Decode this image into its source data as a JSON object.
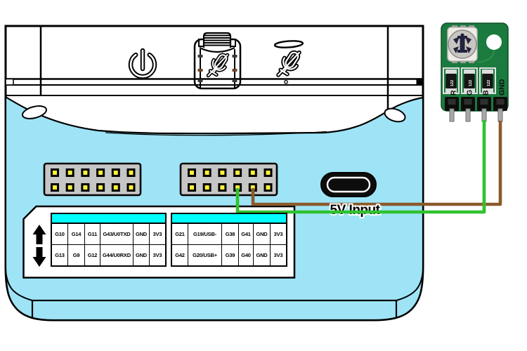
{
  "diagram": {
    "usb_port_label": "5V Input"
  },
  "pinout": {
    "left": {
      "rows": [
        [
          "G10",
          "G14",
          "G11",
          "G43/U0TXD",
          "GND",
          "3V3"
        ],
        [
          "G13",
          "G9",
          "G12",
          "G44/U0RXD",
          "GND",
          "3V3"
        ]
      ]
    },
    "right": {
      "rows": [
        [
          "G21",
          "G19/USB-",
          "G38",
          "G41",
          "GND",
          "3V3"
        ],
        [
          "G42",
          "G20/USB+",
          "G39",
          "G40",
          "GND",
          "3V3"
        ]
      ]
    }
  },
  "module": {
    "pin_labels": [
      "R",
      "G",
      "B",
      "GND"
    ],
    "resistor_labels": [
      "122",
      "122",
      "122"
    ]
  },
  "wires": [
    {
      "color": "#2EC22E",
      "from_board_pin": "G40",
      "to_module_pin": "B"
    },
    {
      "color": "#8B5A2B",
      "from_board_pin": "GND",
      "to_module_pin": "GND"
    }
  ],
  "colors": {
    "device_body": "#9EE4F6",
    "table_header_cyan": "#00FFFF",
    "pcb_green": "#1B7A3E",
    "pin_yellow": "#FFF23A"
  }
}
